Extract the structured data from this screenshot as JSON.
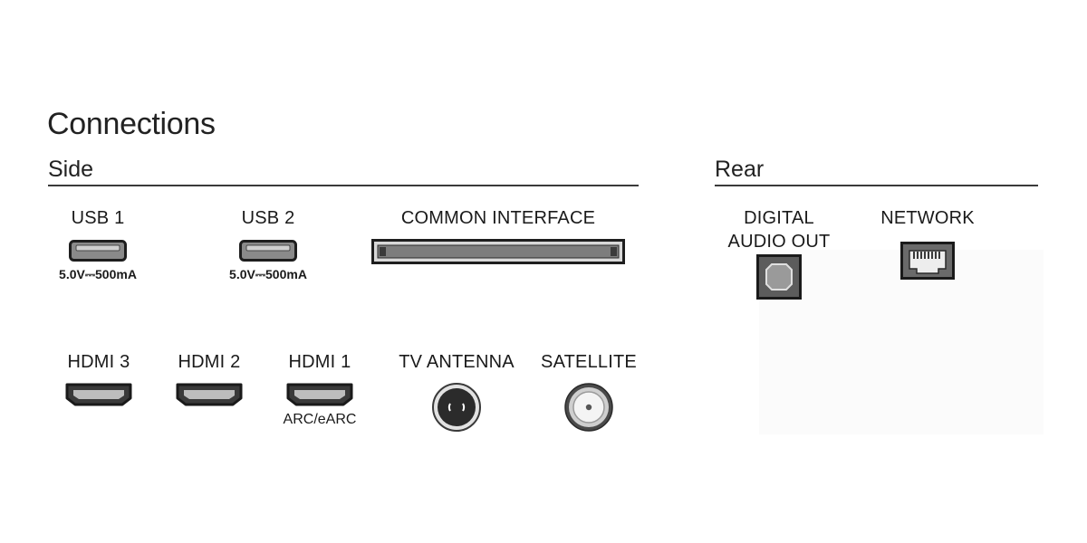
{
  "title": "Connections",
  "sections": {
    "side": "Side",
    "rear": "Rear"
  },
  "side_ports": {
    "usb1": {
      "label": "USB 1",
      "spec": "5.0V⎓500mA"
    },
    "usb2": {
      "label": "USB 2",
      "spec": "5.0V⎓500mA"
    },
    "common_interface": {
      "label": "COMMON INTERFACE"
    },
    "hdmi3": {
      "label": "HDMI 3"
    },
    "hdmi2": {
      "label": "HDMI 2"
    },
    "hdmi1": {
      "label": "HDMI 1",
      "note": "ARC/eARC"
    },
    "tv_antenna": {
      "label": "TV ANTENNA"
    },
    "satellite": {
      "label": "SATELLITE"
    }
  },
  "rear_ports": {
    "digital_audio_out": {
      "label_line1": "DIGITAL",
      "label_line2": "AUDIO OUT"
    },
    "network": {
      "label": "NETWORK"
    }
  },
  "icons": [
    "usb-port-icon",
    "common-interface-slot-icon",
    "hdmi-port-icon",
    "coax-antenna-port-icon",
    "satellite-f-connector-icon",
    "optical-audio-port-icon",
    "ethernet-port-icon"
  ]
}
